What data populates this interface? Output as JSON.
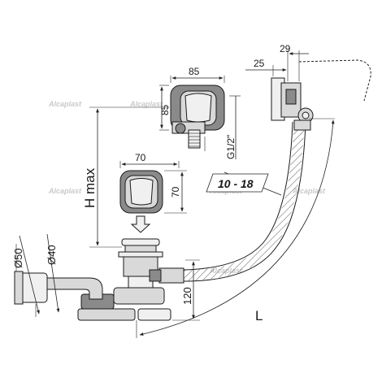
{
  "dimensions": {
    "cover_width": "85",
    "cover_height": "85",
    "knob_width": "70",
    "knob_height": "70",
    "overflow_depth_25": "25",
    "overflow_depth_29": "29",
    "thread": "G1/2\"",
    "adjust_range": "10 - 18",
    "height_max": "H max",
    "outlet_50": "Ø50",
    "outlet_40": "Ø40",
    "drain_height": "120",
    "length": "L"
  },
  "watermark": "Alcaplast",
  "colors": {
    "line": "#1a1a1a",
    "part_fill": "#d9d9d9",
    "background": "#ffffff"
  }
}
